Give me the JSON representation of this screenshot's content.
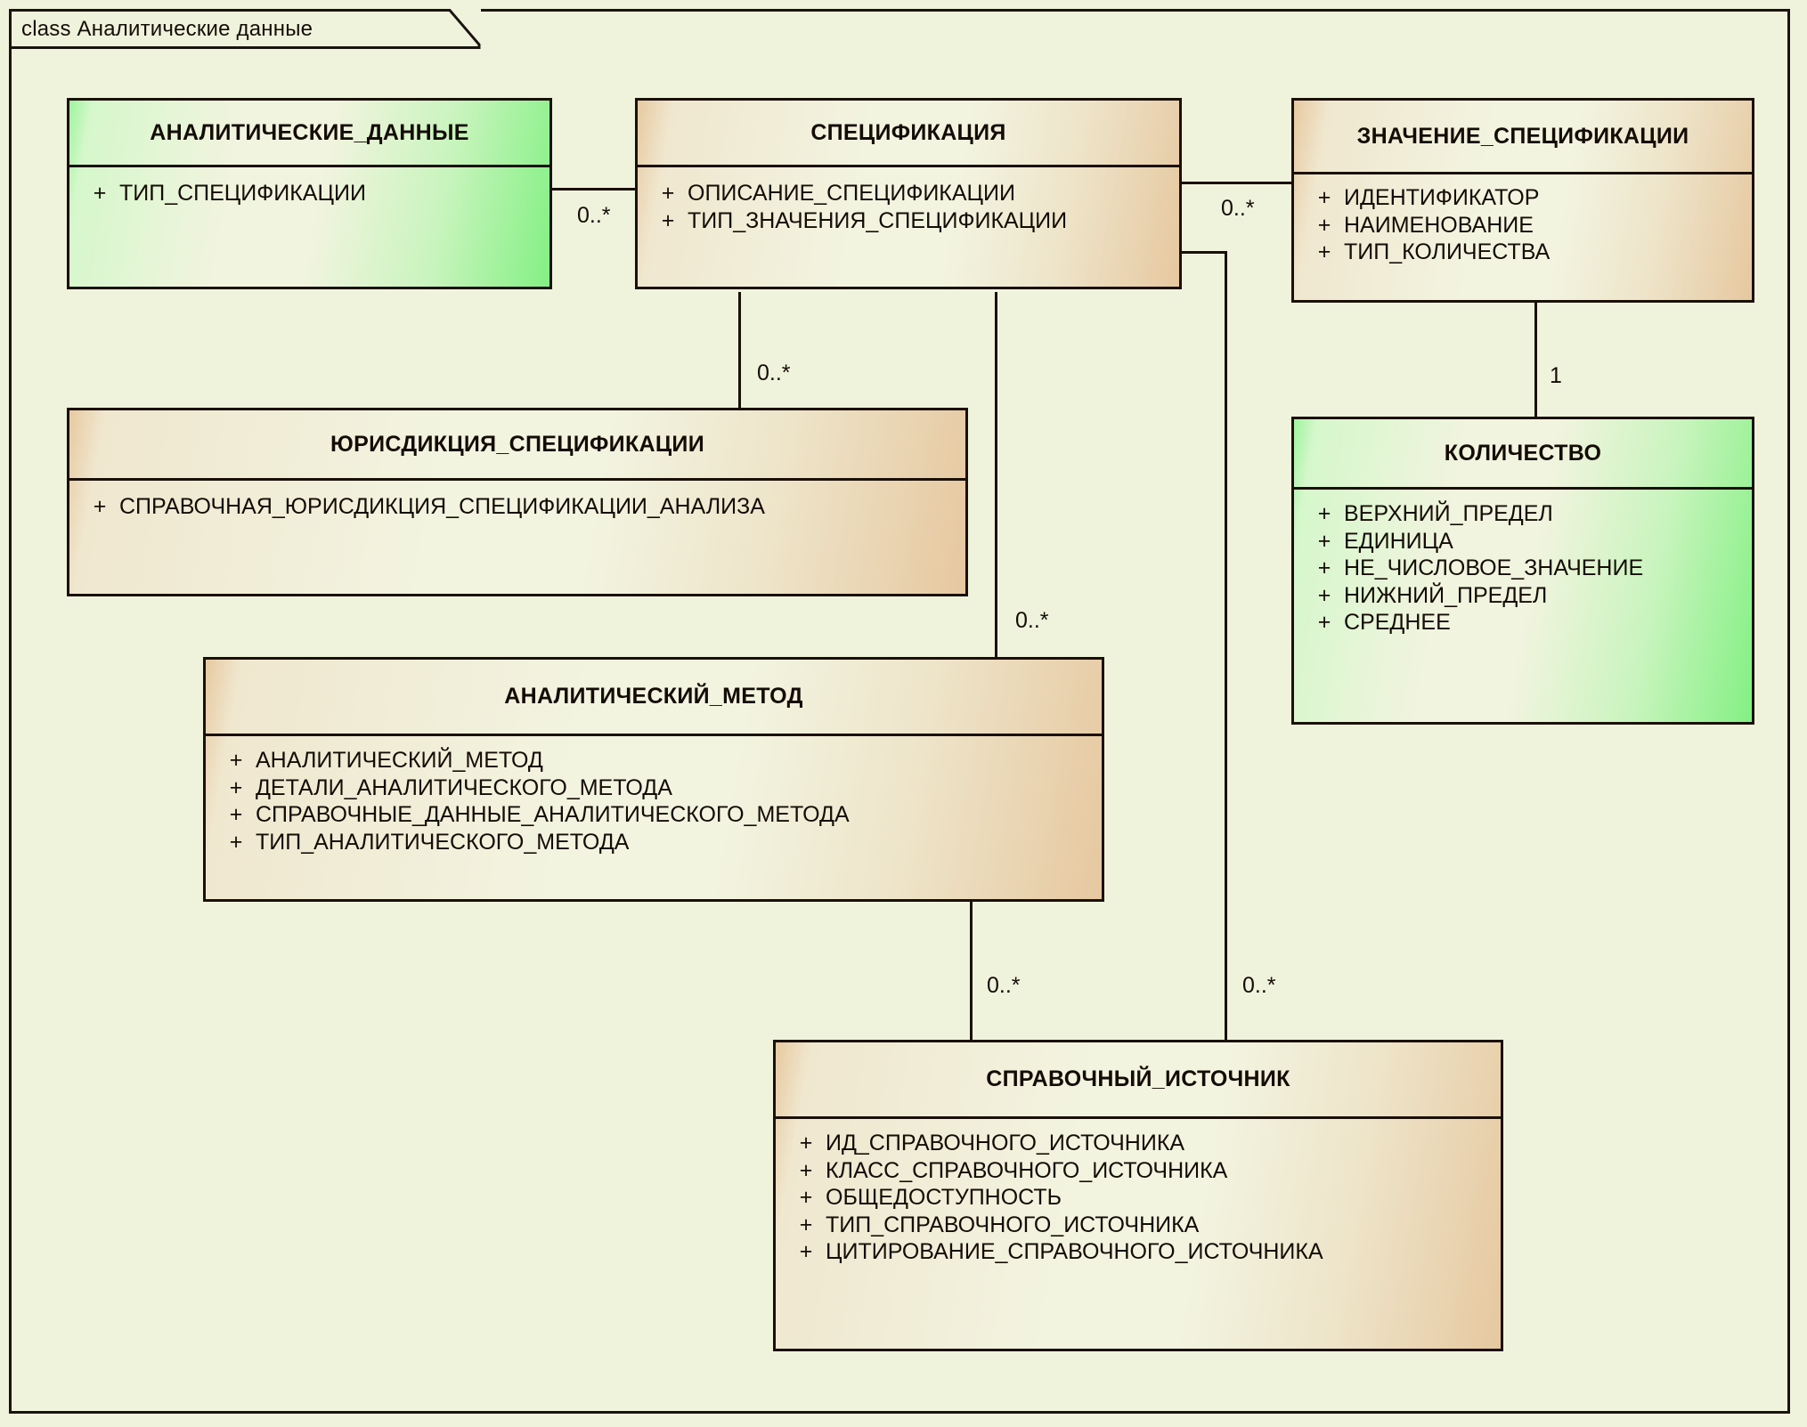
{
  "frame": {
    "title": "class Аналитические данные"
  },
  "classes": [
    {
      "id": "analytic-data",
      "name": "АНАЛИТИЧЕСКИЕ_ДАННЫЕ",
      "accent": "#8af58a",
      "attributes": [
        {
          "visibility": "+",
          "name": "ТИП_СПЕЦИФИКАЦИИ"
        }
      ]
    },
    {
      "id": "specification",
      "name": "СПЕЦИФИКАЦИЯ",
      "accent": "#e7c9a0",
      "attributes": [
        {
          "visibility": "+",
          "name": "ОПИСАНИЕ_СПЕЦИФИКАЦИИ"
        },
        {
          "visibility": "+",
          "name": "ТИП_ЗНАЧЕНИЯ_СПЕЦИФИКАЦИИ"
        }
      ]
    },
    {
      "id": "specification-value",
      "name": "ЗНАЧЕНИЕ_СПЕЦИФИКАЦИИ",
      "accent": "#e7c9a0",
      "attributes": [
        {
          "visibility": "+",
          "name": "ИДЕНТИФИКАТОР"
        },
        {
          "visibility": "+",
          "name": "НАИМЕНОВАНИЕ"
        },
        {
          "visibility": "+",
          "name": "ТИП_КОЛИЧЕСТВА"
        }
      ]
    },
    {
      "id": "jurisdiction",
      "name": "ЮРИСДИКЦИЯ_СПЕЦИФИКАЦИИ",
      "accent": "#e7c9a0",
      "attributes": [
        {
          "visibility": "+",
          "name": "СПРАВОЧНАЯ_ЮРИСДИКЦИЯ_СПЕЦИФИКАЦИИ_АНАЛИЗА"
        }
      ]
    },
    {
      "id": "quantity",
      "name": "КОЛИЧЕСТВО",
      "accent": "#8af58a",
      "attributes": [
        {
          "visibility": "+",
          "name": "ВЕРХНИЙ_ПРЕДЕЛ"
        },
        {
          "visibility": "+",
          "name": "ЕДИНИЦА"
        },
        {
          "visibility": "+",
          "name": "НЕ_ЧИСЛОВОЕ_ЗНАЧЕНИЕ"
        },
        {
          "visibility": "+",
          "name": "НИЖНИЙ_ПРЕДЕЛ"
        },
        {
          "visibility": "+",
          "name": "СРЕДНЕЕ"
        }
      ]
    },
    {
      "id": "analytic-method",
      "name": "АНАЛИТИЧЕСКИЙ_МЕТОД",
      "accent": "#e7c9a0",
      "attributes": [
        {
          "visibility": "+",
          "name": "АНАЛИТИЧЕСКИЙ_МЕТОД"
        },
        {
          "visibility": "+",
          "name": "ДЕТАЛИ_АНАЛИТИЧЕСКОГО_МЕТОДА"
        },
        {
          "visibility": "+",
          "name": "СПРАВОЧНЫЕ_ДАННЫЕ_АНАЛИТИЧЕСКОГО_МЕТОДА"
        },
        {
          "visibility": "+",
          "name": "ТИП_АНАЛИТИЧЕСКОГО_МЕТОДА"
        }
      ]
    },
    {
      "id": "reference-source",
      "name": "СПРАВОЧНЫЙ_ИСТОЧНИК",
      "accent": "#e7c9a0",
      "attributes": [
        {
          "visibility": "+",
          "name": "ИД_СПРАВОЧНОГО_ИСТОЧНИКА"
        },
        {
          "visibility": "+",
          "name": "КЛАСС_СПРАВОЧНОГО_ИСТОЧНИКА"
        },
        {
          "visibility": "+",
          "name": "ОБЩЕДОСТУПНОСТЬ"
        },
        {
          "visibility": "+",
          "name": "ТИП_СПРАВОЧНОГО_ИСТОЧНИКА"
        },
        {
          "visibility": "+",
          "name": "ЦИТИРОВАНИЕ_СПРАВОЧНОГО_ИСТОЧНИКА"
        }
      ]
    }
  ],
  "associations": [
    {
      "id": "assoc-data-spec",
      "from": "analytic-data",
      "to": "specification",
      "multiplicity": "0..*"
    },
    {
      "id": "assoc-spec-specvalue",
      "from": "specification",
      "to": "specification-value",
      "multiplicity": "0..*"
    },
    {
      "id": "assoc-spec-jurisdiction",
      "from": "specification",
      "to": "jurisdiction",
      "multiplicity": "0..*"
    },
    {
      "id": "assoc-spec-method",
      "from": "specification",
      "to": "analytic-method",
      "multiplicity": "0..*"
    },
    {
      "id": "assoc-specvalue-quantity",
      "from": "specification-value",
      "to": "quantity",
      "multiplicity": "1"
    },
    {
      "id": "assoc-method-source",
      "from": "analytic-method",
      "to": "reference-source",
      "multiplicity": "0..*"
    },
    {
      "id": "assoc-spec-source",
      "from": "specification",
      "to": "reference-source",
      "multiplicity": "0..*"
    }
  ],
  "colors": {
    "background": "#eff3dc",
    "line": "#1a1008",
    "shadow": "#a8b4c2",
    "green_accent": "#8af58a",
    "tan_accent": "#e7c9a0"
  }
}
